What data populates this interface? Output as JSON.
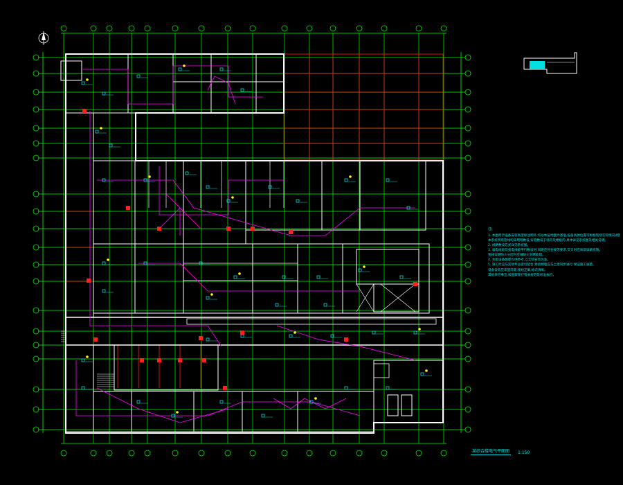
{
  "drawing": {
    "north_symbol": "north-arrow",
    "grid_color": "#00ff00",
    "wall_color": "#ffffff",
    "axis_color": "#ff2020",
    "cable_color": "#ff00ff",
    "equipment_color": "#00e0e0",
    "label_color": "#ffff00"
  },
  "notes": {
    "heading": "注:",
    "lines": [
      "1. 本图所示设备安装高度除注明外,均以本层地面为基准,设备具体位置可根据现场实际情况调整。",
      "   本系统所有管线均采用暗敷设,穿管敷设于墙内及楼板内,具体详见系统图及相关说明。",
      "2. 线路敷设方式详见系统图。",
      "3. 弱电线缆与强电线缆平行敷设时,间距应符合规范要求,交叉时应采取屏蔽措施。",
      "   管线穿越防火分区时应做防火封堵处理。",
      "4. 本图设备数量仅供参考,以实际安装为准。",
      "5. 施工时应与其他专业密切配合,预留预埋应与土建同步进行,保证施工质量。",
      "   设备安装应牢固可靠,接线正确,标识清晰。",
      "   其他未尽事宜,按国家现行有关规范及标准执行。"
    ]
  },
  "title_block": {
    "title": "某综合楼电气平面图",
    "scale": "1:150"
  }
}
